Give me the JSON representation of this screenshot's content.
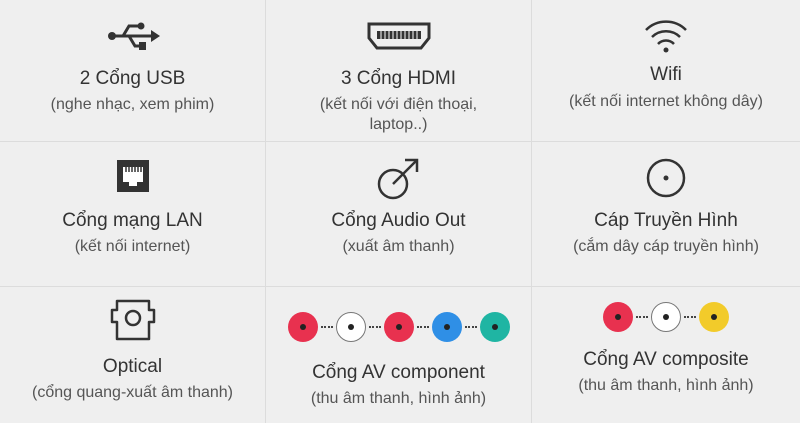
{
  "features": [
    {
      "icon": "usb-icon",
      "title": "2 Cổng USB",
      "sub": "(nghe nhạc, xem phim)"
    },
    {
      "icon": "hdmi-icon",
      "title": "3 Cổng HDMI",
      "sub1": "(kết nối với điện thoại,",
      "sub2": "laptop..)"
    },
    {
      "icon": "wifi-icon",
      "title": "Wifi",
      "sub": "(kết nối internet không dây)"
    },
    {
      "icon": "lan-port-icon",
      "title": "Cổng mạng LAN",
      "sub": "(kết nối internet)"
    },
    {
      "icon": "audio-out-icon",
      "title": "Cổng Audio Out",
      "sub": "(xuất âm thanh)"
    },
    {
      "icon": "coaxial-cable-icon",
      "title": "Cáp Truyền Hình",
      "sub": "(cắm dây cáp truyền hình)"
    },
    {
      "icon": "optical-port-icon",
      "title": "Optical",
      "sub": "(cổng quang-xuất âm thanh)"
    },
    {
      "icon": "av-component-icon",
      "title": "Cổng AV component",
      "sub": "(thu âm thanh, hình ảnh)"
    },
    {
      "icon": "av-composite-icon",
      "title": "Cổng AV composite",
      "sub": "(thu âm thanh, hình ảnh)"
    }
  ],
  "colors": {
    "background": "#efefef",
    "divider": "#dcdcdc",
    "red": "#e8314f",
    "blue": "#2f8fe6",
    "teal": "#1fb5a3",
    "yellow": "#f2cb2a",
    "icon": "#333333"
  }
}
